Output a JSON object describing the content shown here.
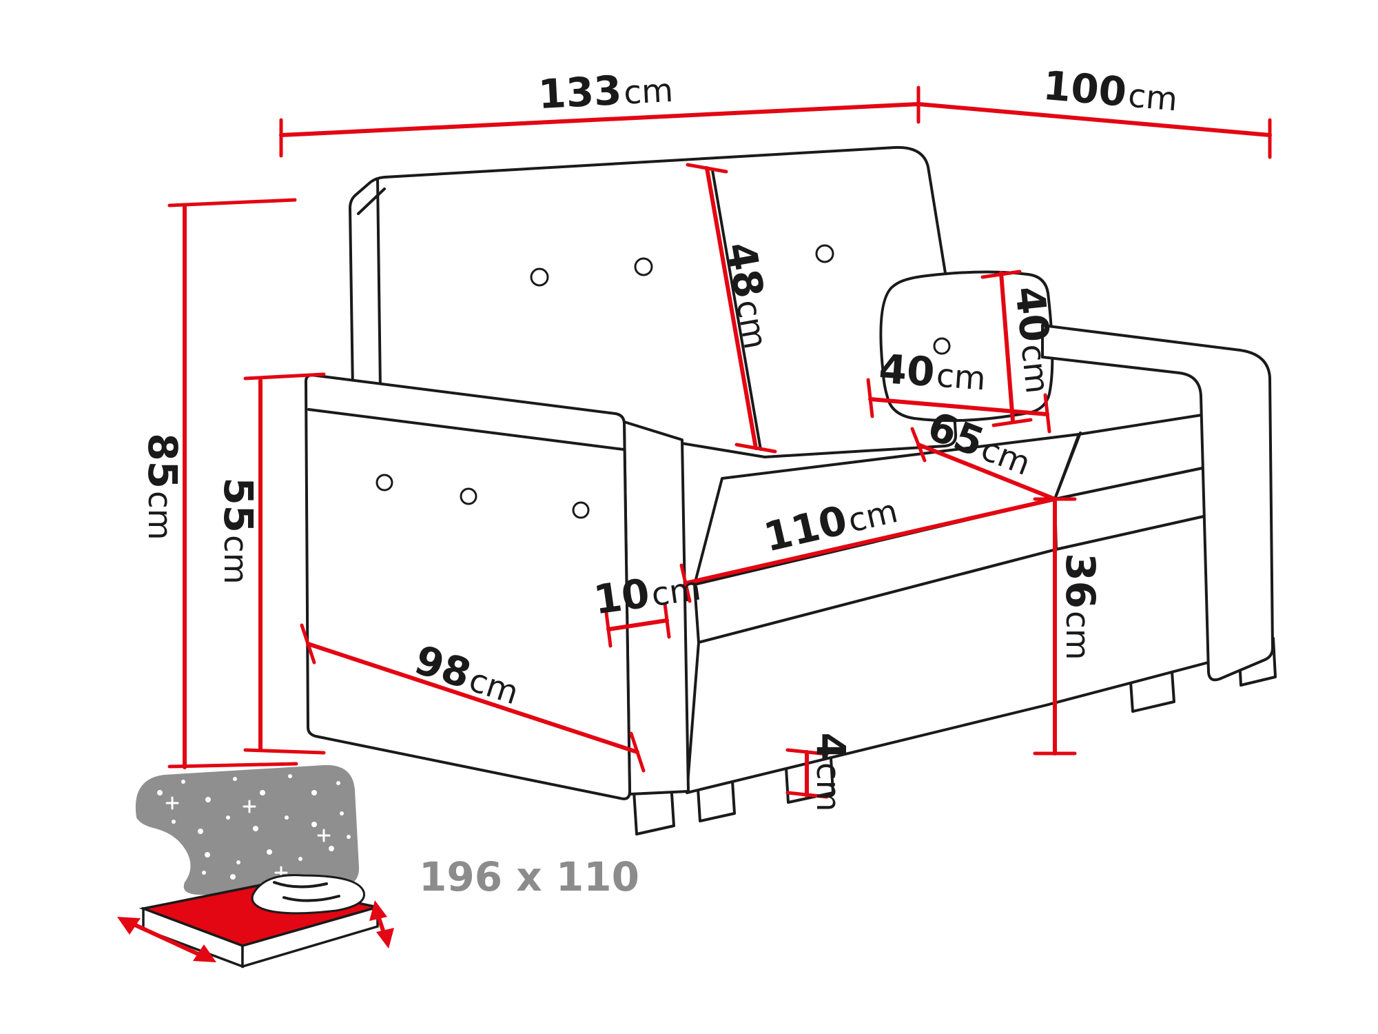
{
  "diagram": {
    "title": "sofa dimension diagram",
    "accent_color": "#e30613",
    "line_color": "#1a1a1a",
    "muted_color": "#8c8c8c",
    "icons": {
      "sleeping_function": "bed-with-starry-blanket-icon"
    }
  },
  "dims": {
    "overall_width": {
      "value": "133",
      "unit": "cm"
    },
    "overall_depth": {
      "value": "100",
      "unit": "cm"
    },
    "overall_height": {
      "value": "85",
      "unit": "cm"
    },
    "armrest_height": {
      "value": "55",
      "unit": "cm"
    },
    "backrest_height": {
      "value": "48",
      "unit": "cm"
    },
    "pillow_width": {
      "value": "40",
      "unit": "cm"
    },
    "pillow_height": {
      "value": "40",
      "unit": "cm"
    },
    "seat_depth": {
      "value": "65",
      "unit": "cm"
    },
    "seat_width": {
      "value": "110",
      "unit": "cm"
    },
    "armrest_width": {
      "value": "10",
      "unit": "cm"
    },
    "front_width": {
      "value": "98",
      "unit": "cm"
    },
    "seat_height": {
      "value": "36",
      "unit": "cm"
    },
    "leg_height": {
      "value": "4",
      "unit": "cm"
    },
    "sleeping_area": {
      "value": "196 x 110",
      "unit": ""
    }
  }
}
